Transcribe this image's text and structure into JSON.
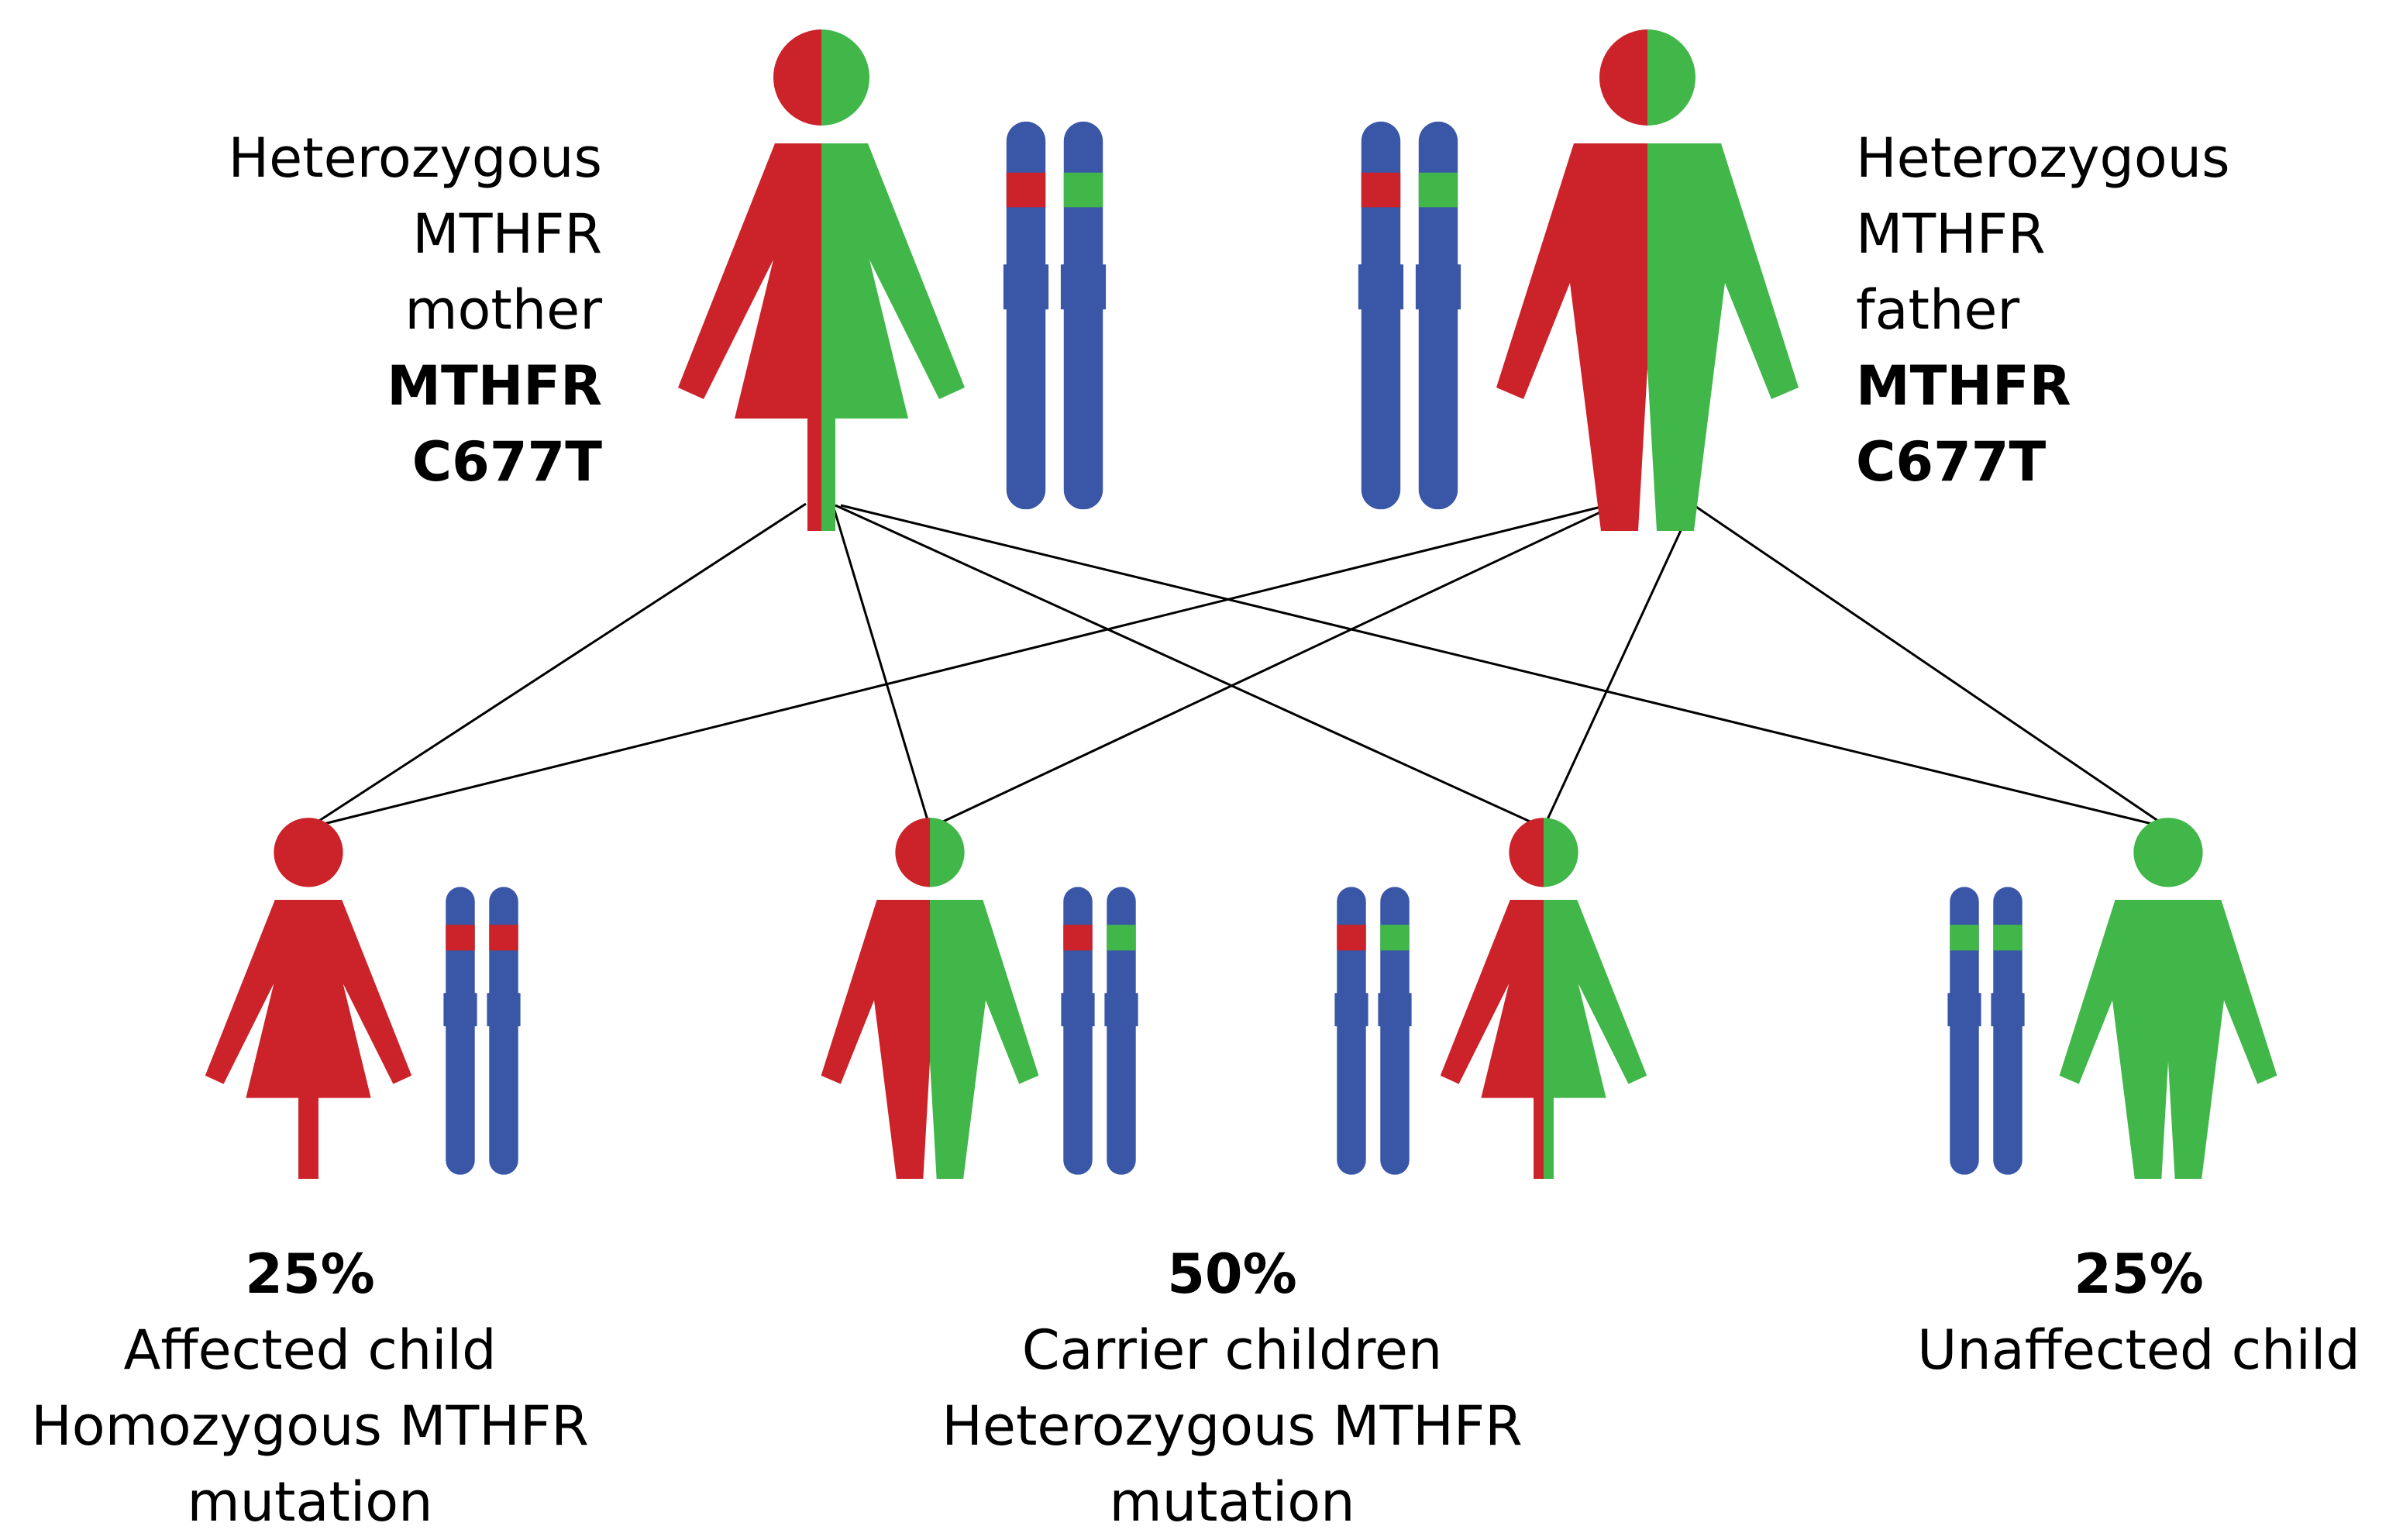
{
  "colors": {
    "affected": "#cc2229",
    "unaffected": "#41b649",
    "chromosome": "#3a56a6",
    "line": "#000000"
  },
  "parents": {
    "mother": {
      "line1": "Heterozygous",
      "line2": "MTHFR",
      "line3": "mother",
      "line4": "MTHFR",
      "line5": "C677T"
    },
    "father": {
      "line1": "Heterozygous",
      "line2": "MTHFR",
      "line3": "father",
      "line4": "MTHFR",
      "line5": "C677T"
    }
  },
  "outcomes": {
    "affected": {
      "percent": "25%",
      "line1": "Affected child",
      "line2": "Homozygous MTHFR",
      "line3": "mutation"
    },
    "carrier": {
      "percent": "50%",
      "line1": "Carrier children",
      "line2": "Heterozygous MTHFR",
      "line3": "mutation"
    },
    "unaffected": {
      "percent": "25%",
      "line1": "Unaffected child"
    }
  }
}
